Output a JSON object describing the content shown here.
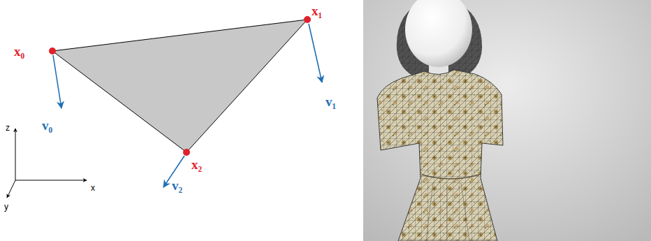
{
  "diagram": {
    "labels": [
      "x₀",
      "x₁",
      "x₂",
      "v₀",
      "v₁",
      "v₂",
      "z",
      "x",
      "y"
    ]
  }
}
